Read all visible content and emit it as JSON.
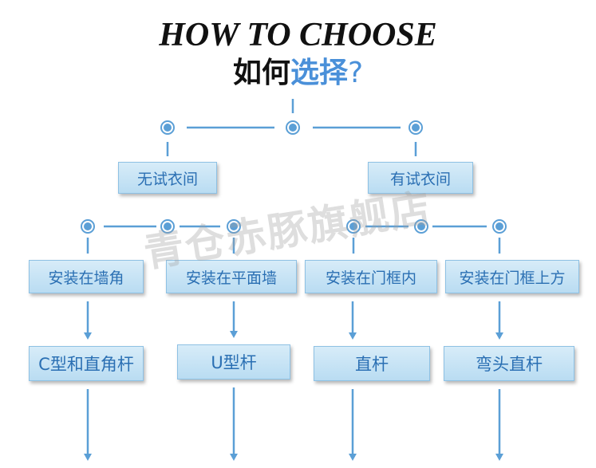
{
  "title_en": "HOW TO CHOOSE",
  "title_zh_part1": "如何",
  "title_zh_part2": "选择",
  "title_zh_part3": "?",
  "watermark": "青仓赤豚旗舰店",
  "nodes": {
    "no_fitting_room": "无试衣间",
    "has_fitting_room": "有试衣间",
    "wall_corner": "安装在墙角",
    "flat_wall": "安装在平面墙",
    "inside_door_frame": "安装在门框内",
    "above_door_frame": "安装在门框上方",
    "c_rod": "C型和直角杆",
    "u_rod": "U型杆",
    "straight_rod": "直杆",
    "elbow_rod": "弯头直杆"
  },
  "colors": {
    "line": "#5b9fd6",
    "node_text": "#2a6fb3",
    "highlight": "#4a90d9"
  }
}
